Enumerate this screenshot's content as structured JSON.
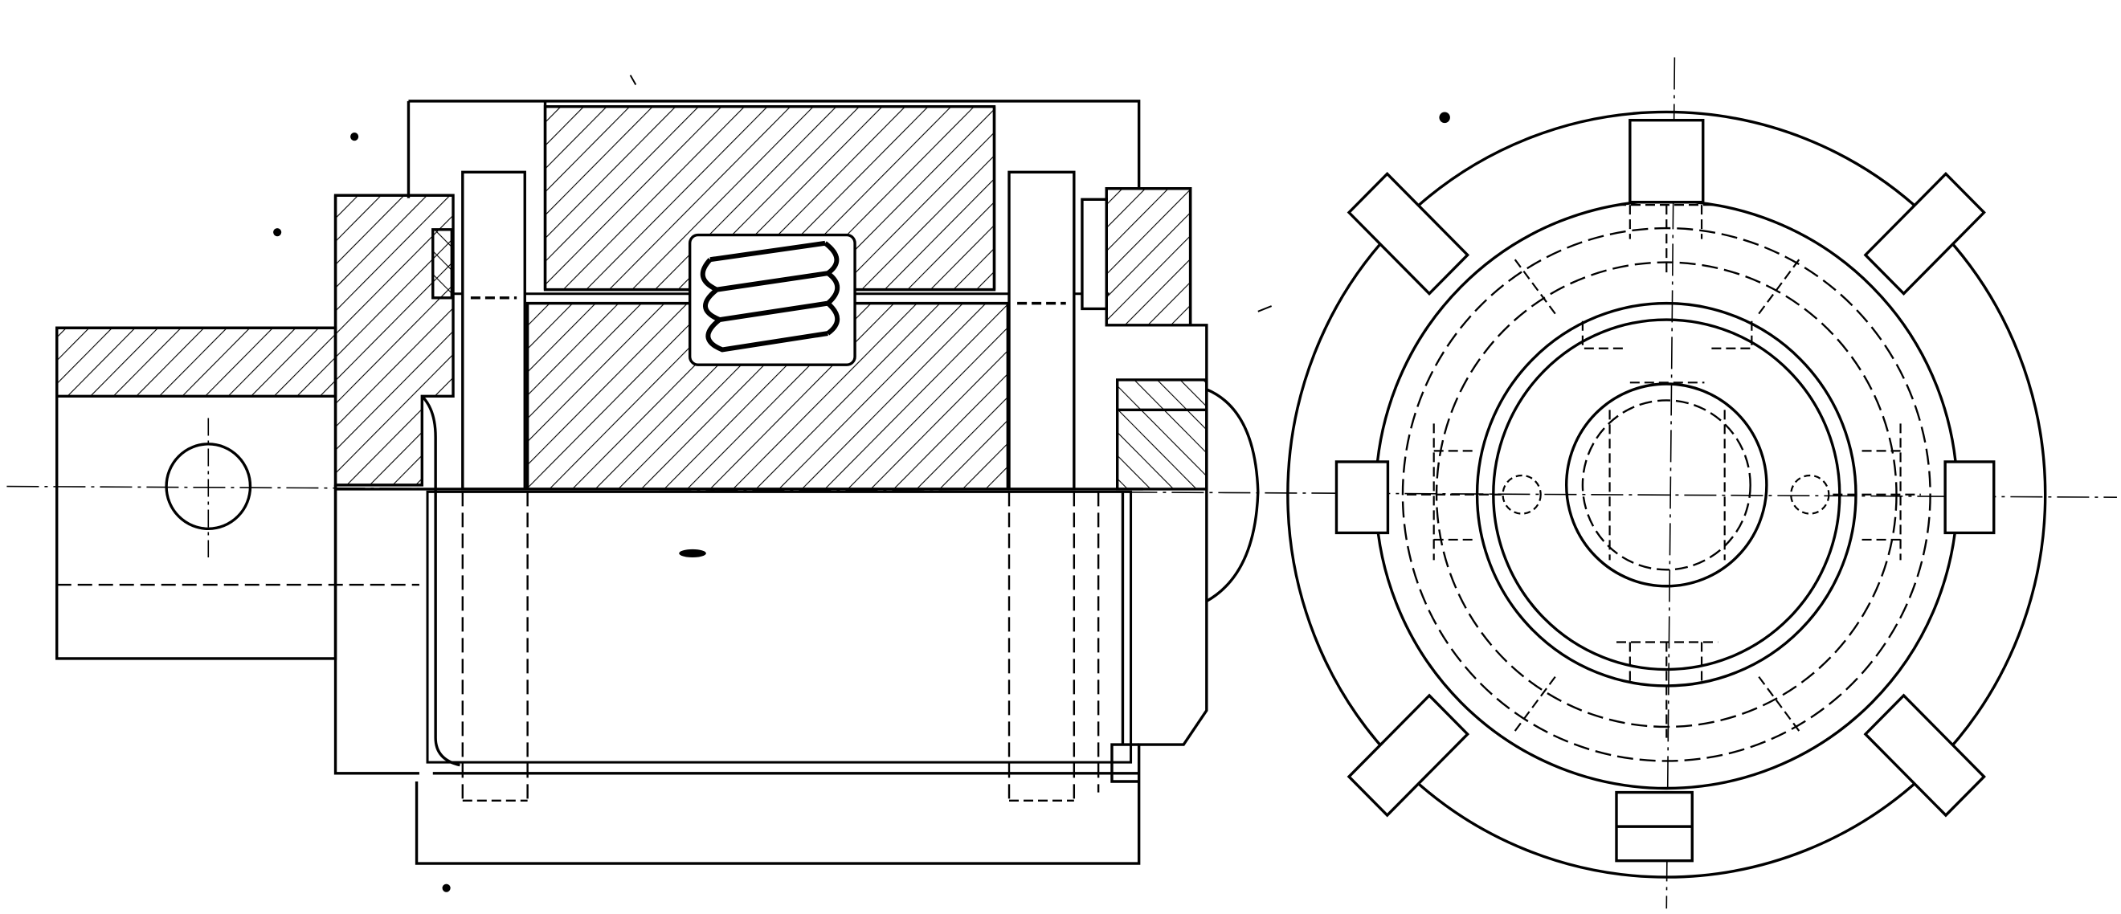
{
  "drawing": {
    "kind": "mechanical engineering drawing",
    "views": [
      "section-view",
      "end-view"
    ],
    "ink_color": "#000000",
    "paper_color": "#ffffff"
  }
}
